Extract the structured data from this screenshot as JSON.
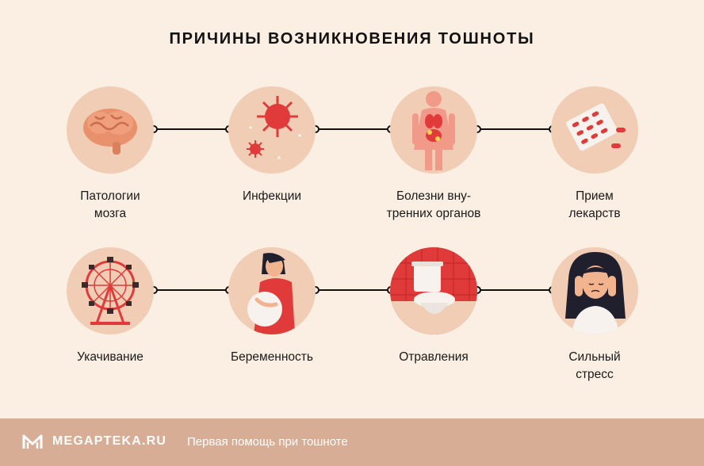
{
  "title": "ПРИЧИНЫ ВОЗНИКНОВЕНИЯ ТОШНОТЫ",
  "causes_row1": [
    {
      "label_lines": [
        "Патологии",
        "мозга"
      ],
      "icon": "brain-icon"
    },
    {
      "label_lines": [
        "Инфекции"
      ],
      "icon": "virus-icon"
    },
    {
      "label_lines": [
        "Болезни вну-",
        "тренних органов"
      ],
      "icon": "organs-icon"
    },
    {
      "label_lines": [
        "Прием",
        "лекарств"
      ],
      "icon": "pills-icon"
    }
  ],
  "causes_row2": [
    {
      "label_lines": [
        "Укачивание"
      ],
      "icon": "ferris-wheel-icon"
    },
    {
      "label_lines": [
        "Беременность"
      ],
      "icon": "pregnant-woman-icon"
    },
    {
      "label_lines": [
        "Отравления"
      ],
      "icon": "toilet-icon"
    },
    {
      "label_lines": [
        "Сильный",
        "стресс"
      ],
      "icon": "stressed-woman-icon"
    }
  ],
  "footer": {
    "brand": "MEGAPTEKA.RU",
    "tagline": "Первая помощь при тошноте",
    "logo_icon": "megapteka-logo-icon"
  },
  "colors": {
    "background": "#fbeee2",
    "circle": "#f0cdb4",
    "accent_red": "#e03a3a",
    "footer": "#d7ad95"
  }
}
